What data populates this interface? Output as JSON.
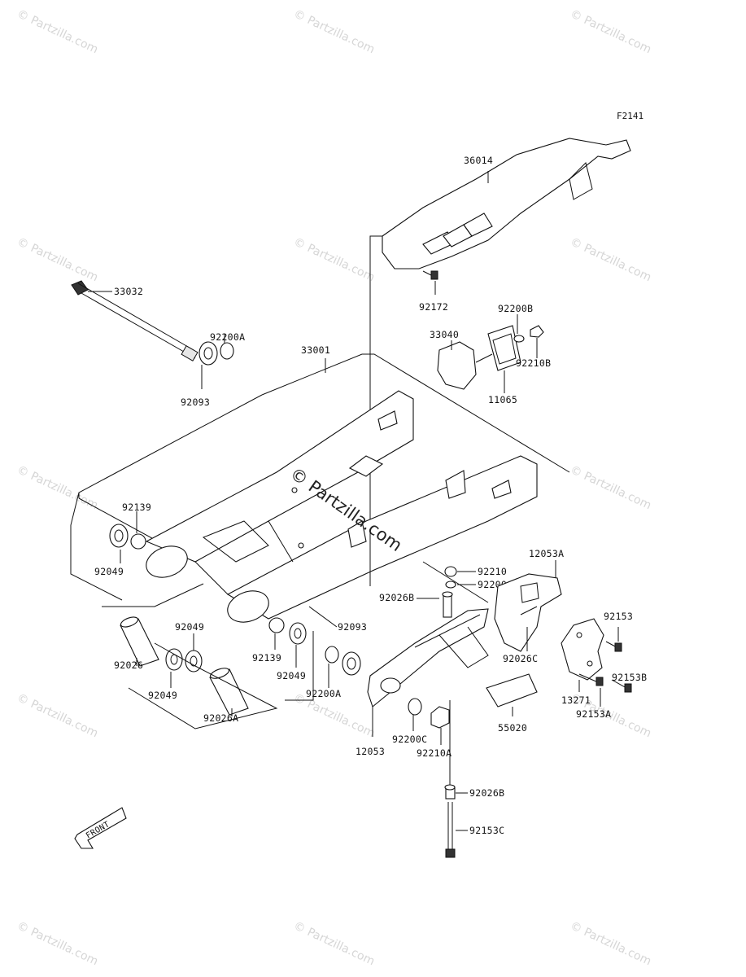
{
  "figure_code": "F2141",
  "watermark": {
    "text": "© Partzilla.com",
    "center_text": "© Partzilla.com"
  },
  "front_label": "FRONT",
  "parts": {
    "p36014": "36014",
    "p92172": "92172",
    "p33032": "33032",
    "p92200A_top": "92200A",
    "p92093_top": "92093",
    "p33001": "33001",
    "p92200B": "92200B",
    "p33040": "33040",
    "p92210B": "92210B",
    "p11065": "11065",
    "p92139_left": "92139",
    "p92049_left": "92049",
    "p92210": "92210",
    "p92200": "92200",
    "p12053A": "12053A",
    "p92026B_mid": "92026B",
    "p92153": "92153",
    "p92049_a": "92049",
    "p92093_mid": "92093",
    "p92026": "92026",
    "p92139_mid": "92139",
    "p92049_b": "92049",
    "p92026C": "92026C",
    "p92153B": "92153B",
    "p92049_c": "92049",
    "p92200A_mid": "92200A",
    "p13271": "13271",
    "p92026A": "92026A",
    "p92153A": "92153A",
    "p55020": "55020",
    "p92200C": "92200C",
    "p12053": "12053",
    "p92210A": "92210A",
    "p92026B_low": "92026B",
    "p92153C": "92153C"
  }
}
